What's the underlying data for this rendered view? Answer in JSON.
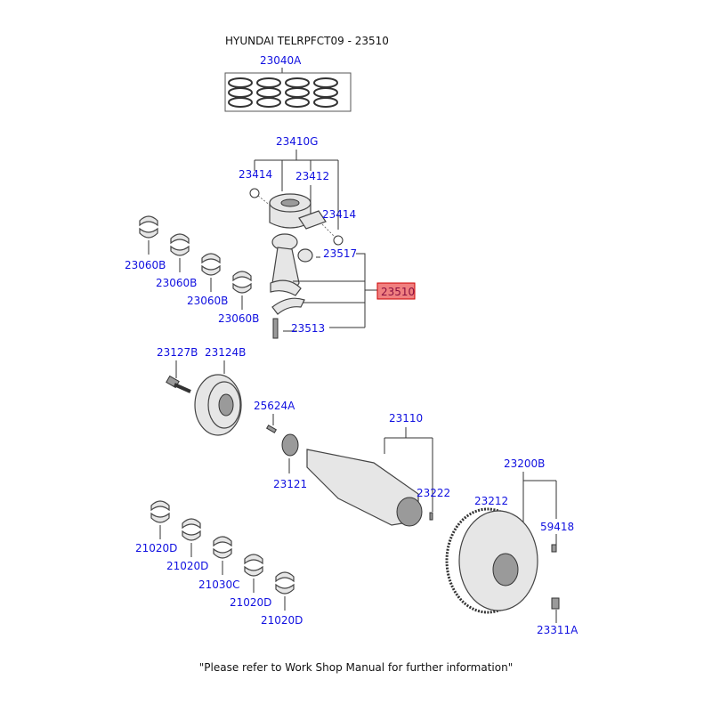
{
  "title": "HYUNDAI TELRPFCT09 - 23510",
  "footer": "\"Please refer to Work Shop Manual for further information\"",
  "highlight_color": "#f08080",
  "label_color": "#1010e0",
  "labels": {
    "ring_set": "23040A",
    "piston_assy": "23410G",
    "snap_ring_1": "23414",
    "piston_pin": "23412",
    "snap_ring_2": "23414",
    "bushing": "23517",
    "conrod_assy": "23510",
    "conrod_bolt": "23513",
    "bearing_1": "23060B",
    "bearing_2": "23060B",
    "bearing_3": "23060B",
    "bearing_4": "23060B",
    "pulley_bolt": "23127B",
    "damper_pulley": "23124B",
    "key": "25624A",
    "crankshaft": "23110",
    "sprocket": "23121",
    "pin": "23222",
    "flywheel_assy": "23200B",
    "ring_gear": "23212",
    "dowel": "59418",
    "flywheel_bolt": "23311A",
    "main_bearing_1": "21020D",
    "main_bearing_2": "21020D",
    "main_bearing_3": "21030C",
    "main_bearing_4": "21020D",
    "main_bearing_5": "21020D"
  }
}
